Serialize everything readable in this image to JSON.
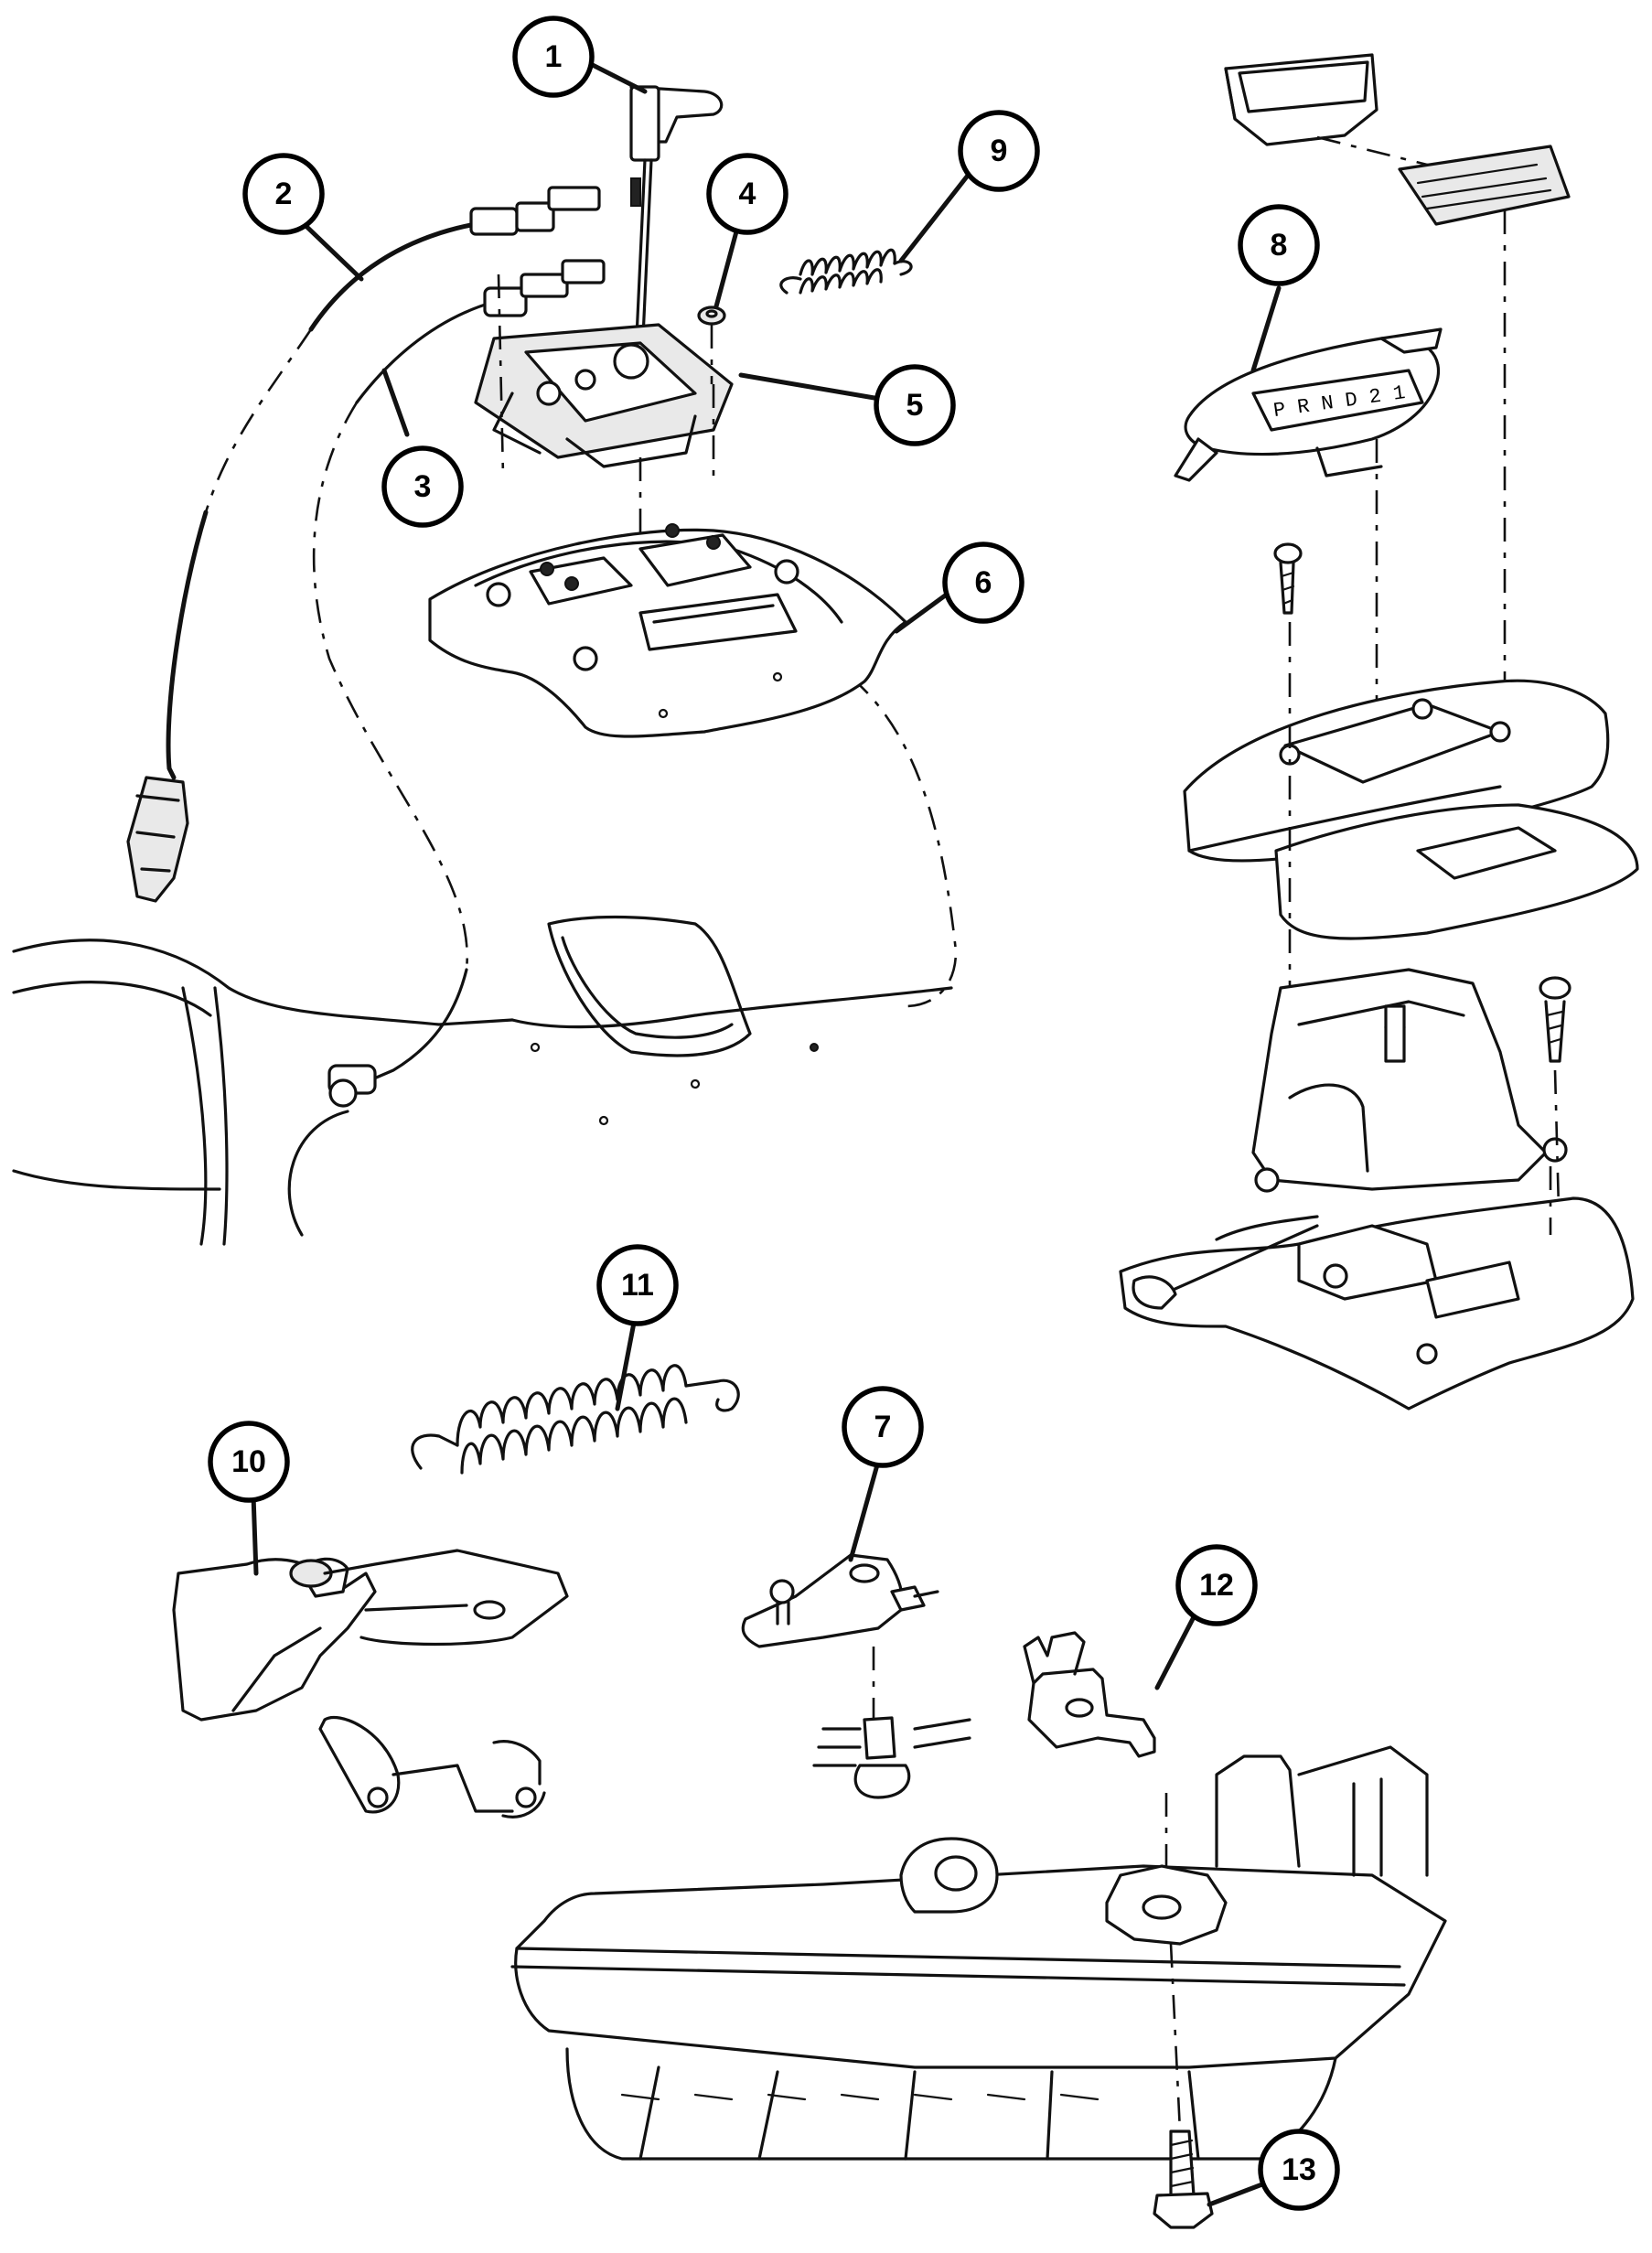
{
  "callouts": [
    {
      "id": "1",
      "label": "1"
    },
    {
      "id": "2",
      "label": "2"
    },
    {
      "id": "3",
      "label": "3"
    },
    {
      "id": "4",
      "label": "4"
    },
    {
      "id": "5",
      "label": "5"
    },
    {
      "id": "6",
      "label": "6"
    },
    {
      "id": "7",
      "label": "7"
    },
    {
      "id": "8",
      "label": "8"
    },
    {
      "id": "9",
      "label": "9"
    },
    {
      "id": "10",
      "label": "10"
    },
    {
      "id": "11",
      "label": "11"
    },
    {
      "id": "12",
      "label": "12"
    },
    {
      "id": "13",
      "label": "13"
    }
  ],
  "colors": {
    "ink": "#111111",
    "paper": "#ffffff"
  }
}
